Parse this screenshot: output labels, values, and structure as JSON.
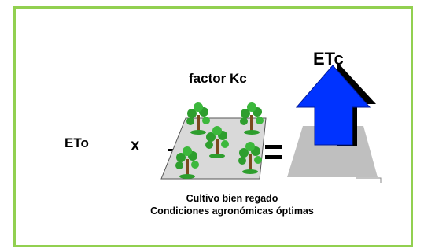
{
  "diagram": {
    "eto_label": "ETo",
    "operator_multiply": "X",
    "kc_label": "factor Kc",
    "etc_label": "ETc",
    "caption_line1": "Cultivo bien regado",
    "caption_line2": "Condiciones agronómicas óptimas"
  },
  "colors": {
    "frame_border": "#92d050",
    "arrow_fill": "#0033ff",
    "shadow_fill": "#bfbfbf",
    "field_fill": "#d9d9d9",
    "tree_green": "#2e9e2e",
    "tree_trunk": "#7a4a1e"
  }
}
